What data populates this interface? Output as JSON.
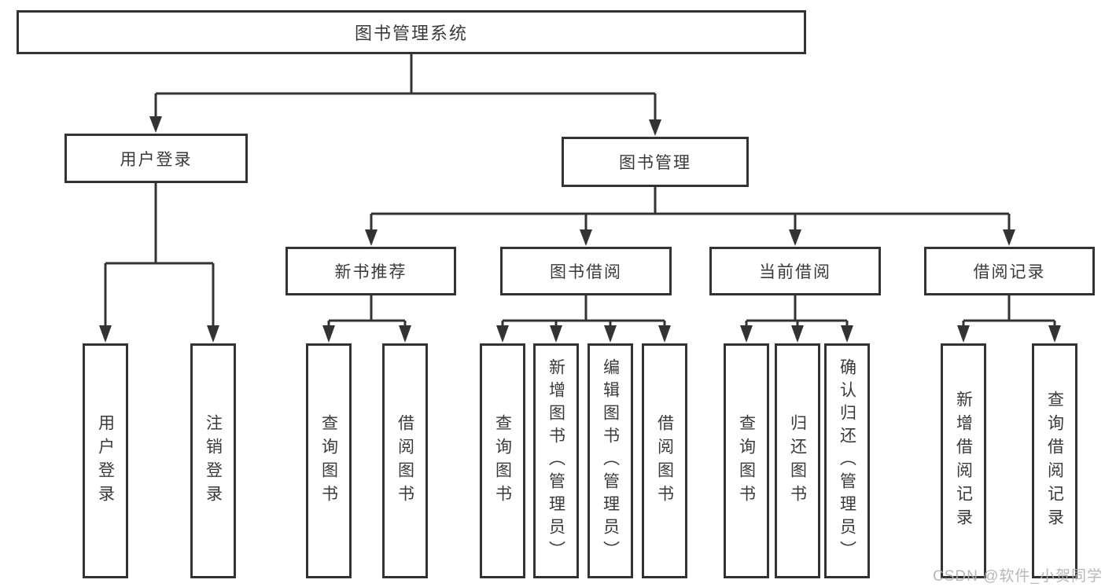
{
  "diagram": {
    "root": {
      "label": "图书管理系统"
    },
    "branches": [
      {
        "label": "用户登录",
        "children": [
          {
            "label": "用户登录"
          },
          {
            "label": "注销登录"
          }
        ]
      },
      {
        "label": "图书管理",
        "children": [
          {
            "label": "新书推荐",
            "children": [
              {
                "label": "查询图书"
              },
              {
                "label": "借阅图书"
              }
            ]
          },
          {
            "label": "图书借阅",
            "children": [
              {
                "label": "查询图书"
              },
              {
                "label": "新增图书（管理员）"
              },
              {
                "label": "编辑图书（管理员）"
              },
              {
                "label": "借阅图书"
              }
            ]
          },
          {
            "label": "当前借阅",
            "children": [
              {
                "label": "查询图书"
              },
              {
                "label": "归还图书"
              },
              {
                "label": "确认归还（管理员）"
              }
            ]
          },
          {
            "label": "借阅记录",
            "children": [
              {
                "label": "新增借阅记录"
              },
              {
                "label": "查询借阅记录"
              }
            ]
          }
        ]
      }
    ]
  },
  "colors": {
    "line": "#333333",
    "text": "#3a3a3a",
    "watermark": "#b2b2b2"
  },
  "watermark": {
    "text": "CSDN @软件_小贺同学"
  }
}
